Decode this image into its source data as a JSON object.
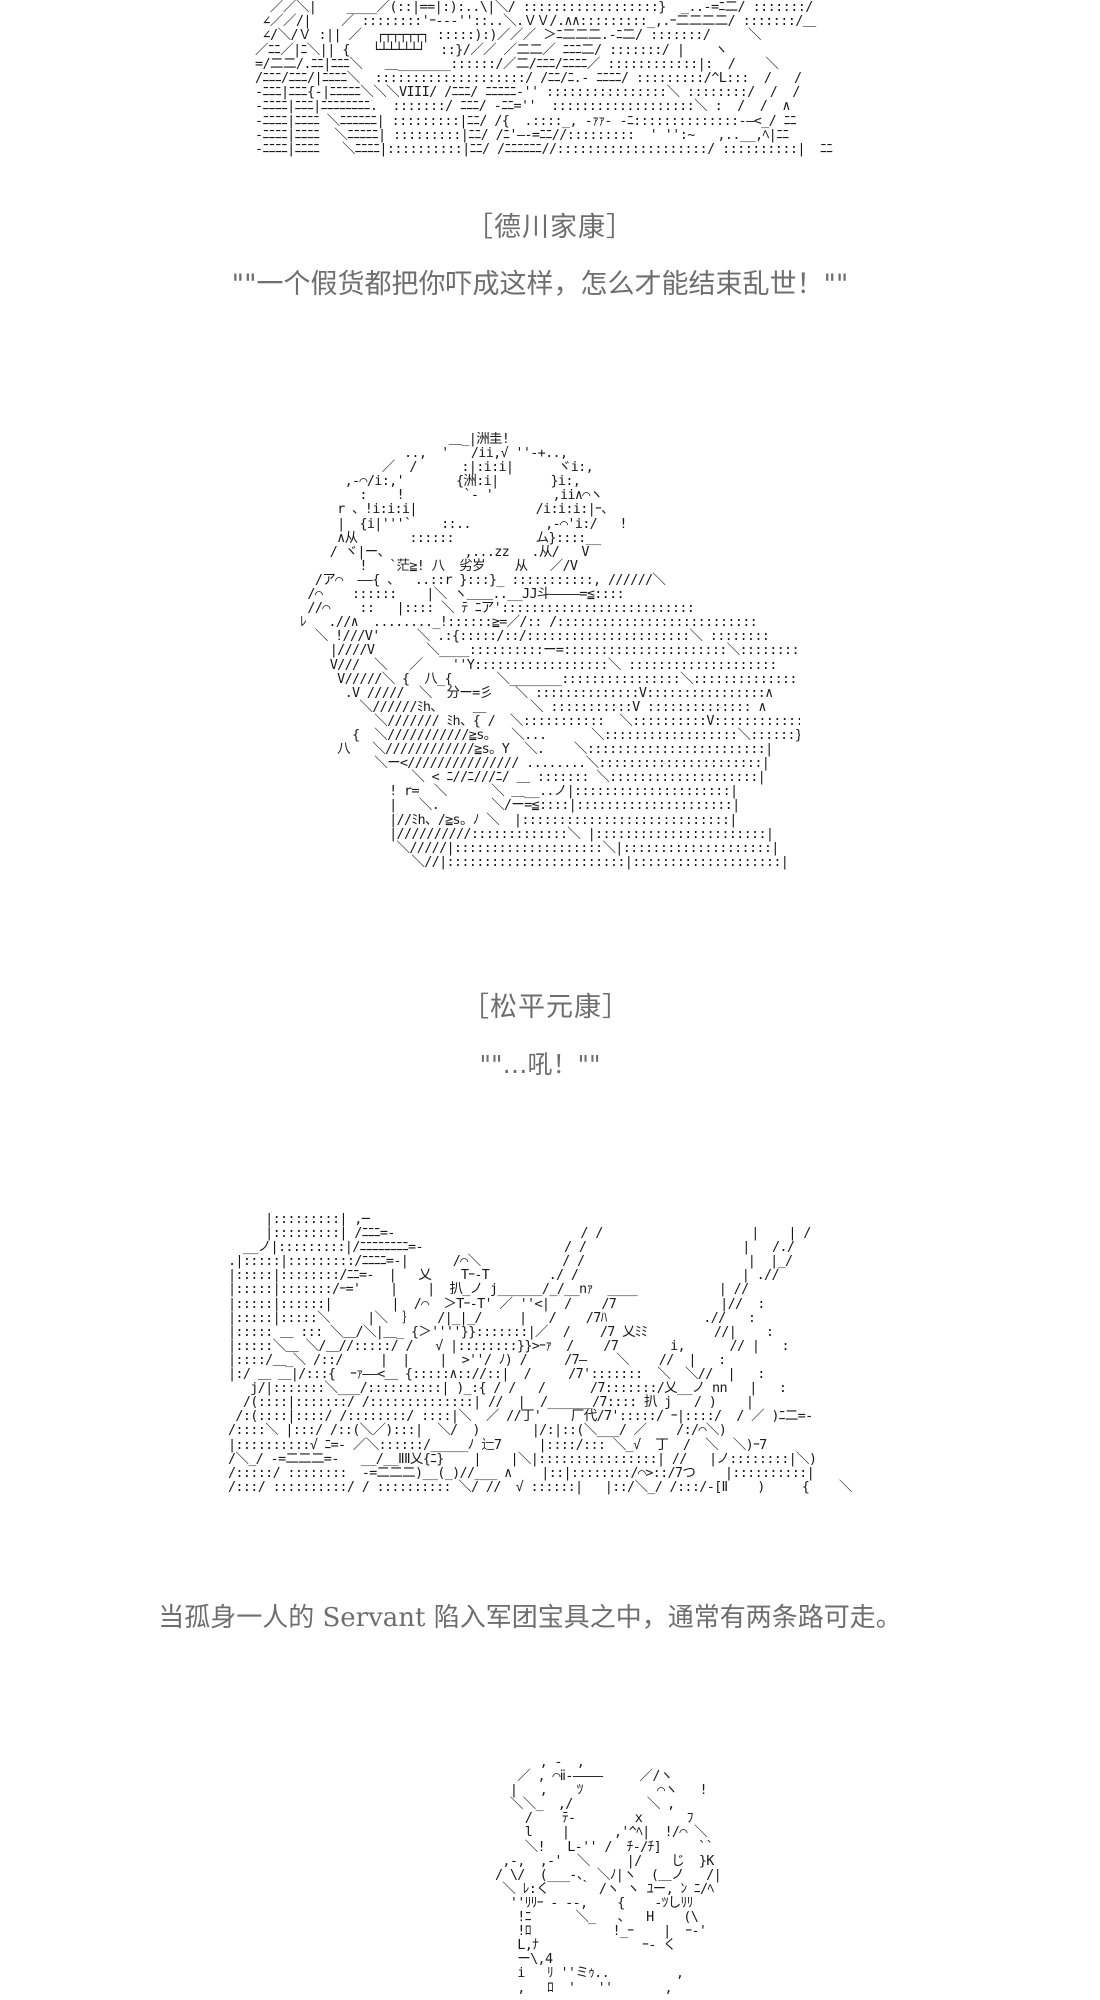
{
  "panels": [
    {
      "art": "  ／／＼|    ____／(::|==|:):..\\|＼/ ::::::::::::::::::}  _..-=ﾆ二/ :::::::/\n ∠／／/|    ／ ::::::::'ｰ--‐''::..＼.ＶＶ/.∧∧:::::::::_,.ｰ二二二二/ :::::::/＿\n ∠/＼/Ｖ :|| ／  ┌┬┬┬┬┬┐ :::::):)／／／ ＞ﾆ二二二.-ﾆ二/ :::::::/     ＼\n／ﾆﾆ／|ﾆ＼|| {   └┴┴┴┴┴┘  ::}/／／ ／二二／ ﾆﾆﾆ二/ :::::::/ |    ヽ\n=/二二/.ﾆﾆ|ﾆﾆﾆ＼   ＿_______::::::/／二/ﾆﾆﾆ/ﾆﾆﾆﾆ／ ::::::::::::|:  /    ＼\n/ﾆﾆﾆ/ﾆﾆﾆ/|ﾆﾆﾆﾆ＼  ::::::::::::::::::::/ /ﾆﾆ/ﾆ.- ﾆﾆﾆﾆ/ :::::::::/^L:::  /   /\n-ﾆﾆﾆ|ﾆﾆﾆ{-|ﾆﾆﾆﾆﾆ＼＼＼VIII/ /ﾆﾆﾆ/ ﾆﾆﾆﾆﾆ-'' ::::::::::::::::＼ ::::::::/  /  /\n-ﾆﾆﾆﾆ|ﾆﾆﾆ|ﾆﾆﾆﾆﾆﾆﾆﾆ.  :::::::/ ﾆﾆﾆ/ -ﾆﾆ=''  :::::::::::::::::::＼ :  /  /  ∧\n-ﾆﾆﾆﾆ|ﾆﾆﾆﾆ ＼ﾆﾆﾆﾆﾆﾆ| :::::::::|ﾆﾆ/ /{  .::::_, -ｧｧ- -ﾆ::::::::::::::-―<_/ ﾆﾆ\n-ﾆﾆﾆﾆ|ﾆﾆﾆﾆ  ＼ﾆﾆﾆﾆﾆ| :::::::::|ﾆﾆ/ /ﾆ'―-=ﾆﾆ//:::::::::  ' '':~   ,..__,ﾍ|ﾆﾆ\n-ﾆﾆﾆﾆ|ﾆﾆﾆﾆ   ＼ﾆﾆﾆﾆ|::::::::::|ﾆﾆ/ /ﾆﾆﾆﾆﾆﾆ//::::::::::::::::::::/ ::::::::::|  ﾆﾆ",
      "name": "［德川家康］",
      "quote": "\"\"一个假货都把你吓成这样，怎么才能结束乱世！\"\""
    },
    {
      "art": "                    ＿_|洲圭!\n              ..,  '   /ii,√ ''-+..,\n           ／  /      :|:i:i|      ヾi:,\n      ,-⌒/i:,'       {洲:i|       }i:,\n        :    !        `‐ '        ,ii∧⌒ヽ\n     r 、!i:i:i|                /i:i:i:|ｰ、\n     |  {i|'''`    ::..          ,-⌒'i:/   !\n     ∧从       ::::::           ム}::::__\n    / ヾ|ー、          ,...zz   .从/   V\n        !   `茫≧! 八  劣岁    从   ／/V\n  /ア⌒  ――{ 、  ..::r }:::}_ :::::::::::, //////＼\n /⌒    ::::::    |＼ ヽ＿＿..__JJ斗――――=≦::::\n //⌒    ::   |:::: ＼ ﾃ ﾆア'::::::::::::::::::::::::::\nﾚ   .//∧  ........_!::::::≧=／/:: /:::::::::::::::::::::::::::\n  ＼ !///V'     ＼ .:{:::::/::/::::::::::::::::::::::＼ ::::::::\n    |////V       ＼____::::::::::ー=::::::::::::::::::::::＼::::::::\n    V///  ＼   ／    ''Y::::::::::::::::::＼ ::::::::::::::::::::\n     V/////＼ {  八_{      ＼_______::::::::::::::::＼:::::::::::::::∧\n      .V /////  ＼  分ー=彡   ＼ ::::::::::::::V::::::::::::::::∧\n        ＼//////ﾐh、    ＿      ＼ :::::::::::V :::::::::::::: ∧\n          ＼/////// ﾐh、{ /  ＼:::::::::::  ＼::::::::::V:::::::::::::∧\n       {  ＼///////////≧s。  ＼...      ＼::::::::::::::::::＼::::::}\n     八   ＼////////////≧s。Y  ＼.    ＼::::::::::::::::::::::::|\n          ＼ー</////////////// ........＼::::::::::::::::::::::|\n               ＼ < ﾆ//ﾆ///ﾆ/ ＿ ::::::: ＼::::::::::::::::::::|\n            ! r=  ＼      ＼ ＿__..ノ|:::::::::::::::::::::|\n            |   ＼.       ＼/ー=≦::::|:::::::::::::::::::::|\n            |//ﾐh、/≧s。ﾉ ＼  |::::::::::::::::::::::::::::|\n            |//////////:::::::::::::＼ |:::::::::::::::::::::::|\n             ＼/////|::::::::::::::::::::＼|::::::::::::::::::::|\n               ＼//|::::::::::::::::::::::::|::::::::::::::::::::|",
      "name": "［松平元康］",
      "quote": "\"\"…吼！\"\""
    },
    {
      "art": "     |:::::::::| ,─\n     |:::::::::| /ﾆﾆﾆ=-                         / /                    |    | /\n  __ノ|:::::::::|/ﾆﾆﾆﾆﾆﾆﾆﾆ=-                   / /                     |   /./\n.|:::::|:::::::::/ﾆﾆﾆﾆ=-|      /⌒＼           / /                      |  |_/\n|:::::|::::::::/ﾆﾆ=-  |   乂    Tｰ-T        ./ /                      | .//\n|:::::|:::::::/ｰ='    |    |  扒_ノ j______/_/__nｧ  ____           | //\n|:::::|::::::|        |  /⌒  ＞Tｰ-T' ／ ''<|  /    /7              |//  :\n|:::::|:::::＼     |＼  ｝   /|_|_/     |   /    /7ﾊ             .//   :\n|::::: ＿ ::: ＼＿/＼|＿_ {＞''''}}:::::::|／  /    /7 乂ﾐﾐ         //|    :\n|:::::＼＿ ＼/＿//:::::/ /   √ |::::::::}}>ｰｧ  /    /7       i,      // |   :\n|::::/＿_＼ /::/     |  |    |  >''/ ﾉ) /     /7―    ＼    //  |   :\n|:/ ＿ ＿|/:::{  ｰｧ――<＿ {:::::∧:://::|  /     /7':::::::  ＼  ＼//  |   :\n   j/|:::::::＼___/::::::::::| )_:{ / /   /      /7:::::::/乂__ノ nn   |   :\n  /(::::|:::::::/ /::::::::::::::| //  |  /______/7:::: 扒 j   / )    |\n /:(::::|::::/ /::::::::/ ::::|＼  ／ //丁'    厂代/7':::::/ ｰ|::::/  / ／ )ﾆ二=-\n/::::＼ |:::/ /::(＼／):::|  ＼/  )       |/:|::(＼___/ ／    /:/⌒＼)\n|::::::::::√ ﾆ=- ／＼::::::/_____ﾉ 辷7     |::::/::: ＼_√  丁  /  ＼  ＼)ｰ7\n/＼_/ ‐=二二二=-   __/__ⅡⅡ乂{ﾆ}    |    |＼|::::::::::::::::| //   |ノ::::::::|＼)\n/:::::/ ::::::::  -=二二二)__(_)//___ ∧    |::|::::::::/⌒>::/7つ    |::::::::::|\n/:::/ ::::::::::/ / :::::::::: ＼/ //  √ ::::::|   |::/＼_/ /:::/-[Ⅱ    )     {    ＼",
      "narration_prefix": "当孤身一人的 ",
      "narration_latin": "Servant",
      "narration_suffix": " 陷入军团宝具之中，通常有两条路可走。"
    },
    {
      "art": "      , ‐  ,\n   ／ , ⌒ⅱ‐――――     ／/ヽ\n  |   ,    ﾂ          ⌒ヽ   !\n  ＼＼_  ,/          ＼ ,\n    /    ﾃ‐        x      ﾌ\n    l    |      ,'^ﾍ|  !/⌒ ＼\n    ＼!   L-'' /  ﾁ‐/ﾁ]     ``\n ,-,  ,‐'  ＼     |/    じ  }K\n/ \\/  (___‐、 ＼ﾉ|ヽ  (＿ノ   /|\n ＼ ﾚ:く    ｀ /ヽ ヽ ﾕー, ﾝ ﾆ/ﾍ\n  ''ﾘﾘｰ ‐ ‐‐,    {    -ﾂしﾘﾘ\n   !ﾆ      ＼_   ､   H    (\\\n   !ﾛ           !_ｰ    |  ｰ‐'\n   L,ﾅ              ｰ‐ く\n   ー\\,4\n   i   ﾘ ''ミｩ..         ,\n   ,   ﾛ  '   ''       ,"
    }
  ]
}
